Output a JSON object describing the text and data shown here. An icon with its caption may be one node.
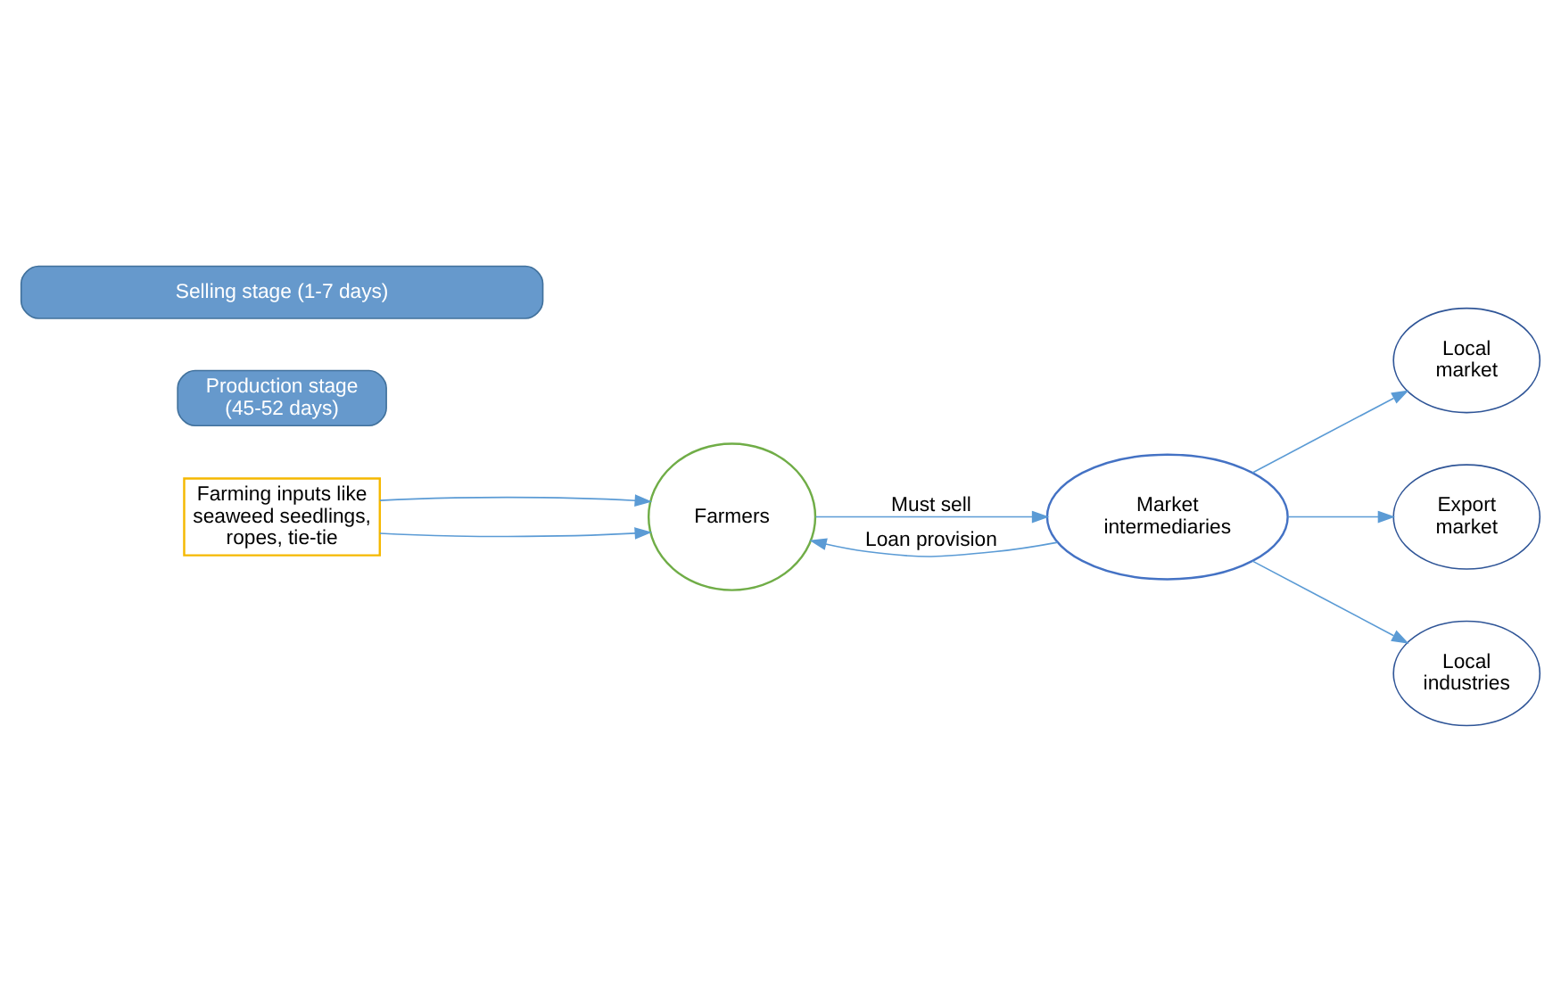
{
  "diagram": {
    "nodes": [
      {
        "text": [
          "Farming inputs like seaweed seedlings, ropes, tie-tie"
        ]
      },
      {
        "text": [
          "Farmers"
        ]
      },
      {
        "text": [
          "Market intermediaries"
        ]
      },
      {
        "text": [
          "Local market"
        ]
      },
      {
        "text": [
          "Export market"
        ]
      },
      {
        "text": [
          "Local industries"
        ]
      },
      {
        "text": [
          "Production stage (45-52 days)"
        ]
      },
      {
        "text": [
          "Selling stage (1-7 days)"
        ]
      }
    ],
    "edges": [
      {
        "from": 0,
        "to": 1,
        "arrow": "to"
      },
      {
        "from": 0,
        "to": 1,
        "arrow": "to"
      },
      {
        "from": 1,
        "to": 2,
        "arrow": "to",
        "label": "Must sell"
      },
      {
        "from": 2,
        "to": 1,
        "arrow": "to",
        "label": "Loan provision"
      },
      {
        "from": 2,
        "to": 3,
        "arrow": "to"
      },
      {
        "from": 2,
        "to": 4,
        "arrow": "to"
      },
      {
        "from": 2,
        "to": 5,
        "arrow": "to"
      }
    ]
  }
}
